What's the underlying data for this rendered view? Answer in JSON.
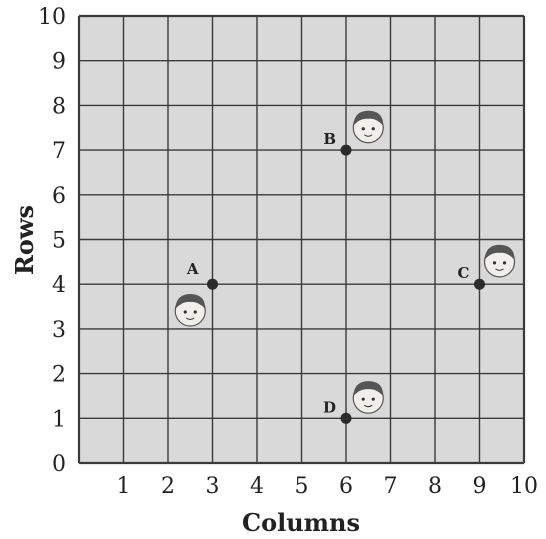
{
  "chart_data": {
    "type": "scatter",
    "x_label": "Columns",
    "y_label": "Rows",
    "x_range": [
      0,
      10
    ],
    "y_range": [
      0,
      10
    ],
    "grid": true,
    "x_ticks": [
      "1",
      "2",
      "3",
      "4",
      "5",
      "6",
      "7",
      "8",
      "9",
      "10"
    ],
    "y_ticks": [
      "0",
      "1",
      "2",
      "3",
      "4",
      "5",
      "6",
      "7",
      "8",
      "9",
      "10"
    ],
    "points": [
      {
        "label": "A",
        "x": 3,
        "y": 4
      },
      {
        "label": "B",
        "x": 6,
        "y": 7
      },
      {
        "label": "C",
        "x": 9,
        "y": 4
      },
      {
        "label": "D",
        "x": 6,
        "y": 1
      }
    ],
    "colors": {
      "background": "#d9d9d9",
      "grid": "#3a3a3a",
      "point": "#2b2b2b"
    }
  }
}
